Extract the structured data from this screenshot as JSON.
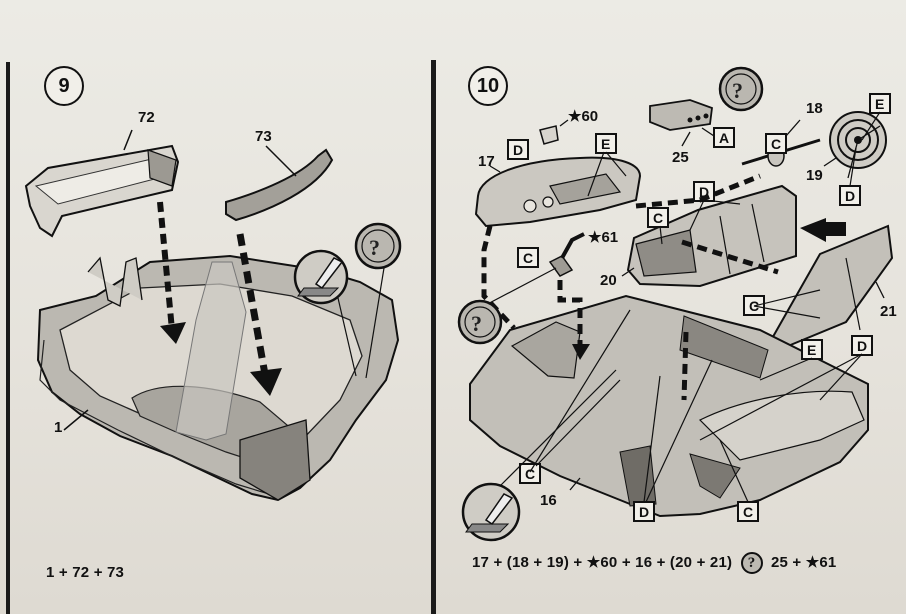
{
  "step9": {
    "number": "9",
    "parts": {
      "p72": "72",
      "p73": "73",
      "p1": "1"
    },
    "formula": "1 + 72 + 73"
  },
  "step10": {
    "number": "10",
    "parts": {
      "p60": "★60",
      "p25": "25",
      "p18": "18",
      "p17": "17",
      "p19": "19",
      "p61": "★61",
      "p20": "20",
      "p21": "21",
      "p16": "16"
    },
    "letters": {
      "D": "D",
      "E": "E",
      "A": "A",
      "C": "C"
    },
    "formula_left": "17 + (18 + 19) + ★60 + 16 + (20 + 21)",
    "formula_q": "?",
    "formula_right": "25 + ★61"
  },
  "icons": {
    "question": "?",
    "glue": "glue-icon"
  }
}
